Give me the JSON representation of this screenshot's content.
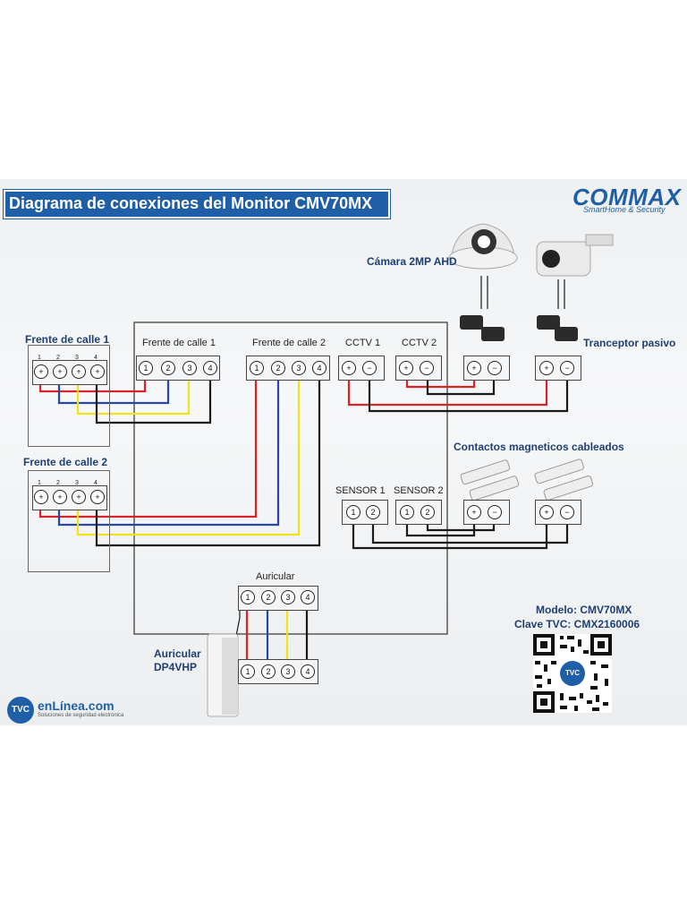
{
  "title": "Diagrama de conexiones del Monitor CMV70MX",
  "brand": {
    "name": "COMMAX",
    "tagline": "SmartHome & Security"
  },
  "labels": {
    "camera": "Cámara 2MP AHD",
    "transceiver": "Tranceptor pasivo",
    "contacts": "Contactos magneticos cableados",
    "door1": "Frente de calle 1",
    "door2": "Frente de calle 2",
    "handset": "Auricular\nDP4VHP",
    "model": "Modelo: CMV70MX",
    "key": "Clave TVC: CMX2160006"
  },
  "monitor": {
    "door1": "Frente de calle 1",
    "door2": "Frente de calle 2",
    "cctv1": "CCTV 1",
    "cctv2": "CCTV 2",
    "sensor1": "SENSOR 1",
    "sensor2": "SENSOR 2",
    "auricular": "Auricular"
  },
  "terminals": {
    "n1": "1",
    "n2": "2",
    "n3": "3",
    "n4": "4",
    "plus": "+",
    "minus": "−"
  },
  "footer": {
    "logo_badge": "TVC",
    "logo_name": "enLínea.com",
    "logo_sub": "Soluciones de seguridad electrónica",
    "qr_badge": "TVC"
  },
  "wire_colors": {
    "red": "#d8232a",
    "blue": "#2747a8",
    "yellow": "#f2e21a",
    "black": "#1a1a1a"
  }
}
